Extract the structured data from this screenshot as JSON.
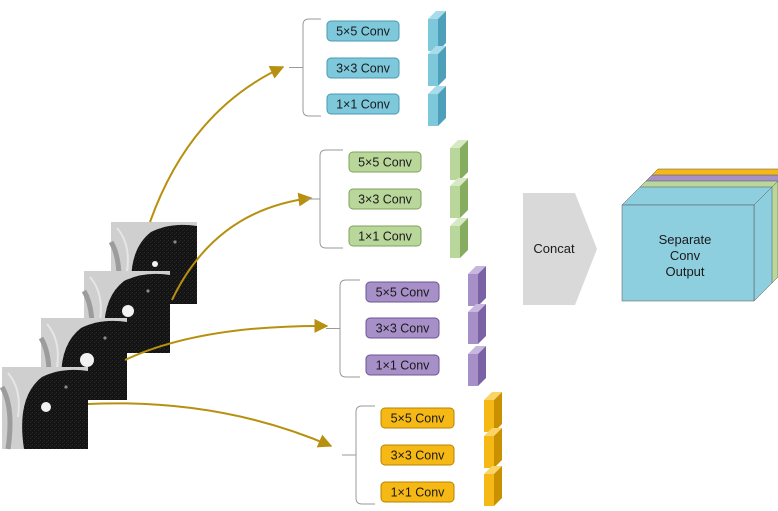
{
  "branches": [
    {
      "color": "#7ec8dc",
      "stroke": "#4b9ab2",
      "filter_top": "#a9dcea",
      "filter_side": "#4e9fb9",
      "convs": [
        "5×5 Conv",
        "3×3 Conv",
        "1×1 Conv"
      ]
    },
    {
      "color": "#b9d79b",
      "stroke": "#7ea35a",
      "filter_top": "#d6e9c2",
      "filter_side": "#86ad5f",
      "convs": [
        "5×5 Conv",
        "3×3 Conv",
        "1×1 Conv"
      ]
    },
    {
      "color": "#a78fc7",
      "stroke": "#6c5495",
      "filter_top": "#c7b6dd",
      "filter_side": "#7a62a5",
      "convs": [
        "5×5 Conv",
        "3×3 Conv",
        "1×1 Conv"
      ]
    },
    {
      "color": "#f6b814",
      "stroke": "#b88400",
      "filter_top": "#fad466",
      "filter_side": "#c99100",
      "convs": [
        "5×5 Conv",
        "3×3 Conv",
        "1×1 Conv"
      ]
    }
  ],
  "concat": {
    "label": "Concat",
    "color": "#d9d9d9"
  },
  "output": {
    "lines": [
      "Separate",
      "Conv",
      "Output"
    ],
    "front_color": "#8ecfdf",
    "layer_colors": [
      "#f6b814",
      "#a78fc7",
      "#b9d79b",
      "#8ecfdf"
    ]
  },
  "arrow_color": "#b8900f",
  "input": {
    "slice_count": 4,
    "description_icon": "ct-slice-stack-icon"
  }
}
